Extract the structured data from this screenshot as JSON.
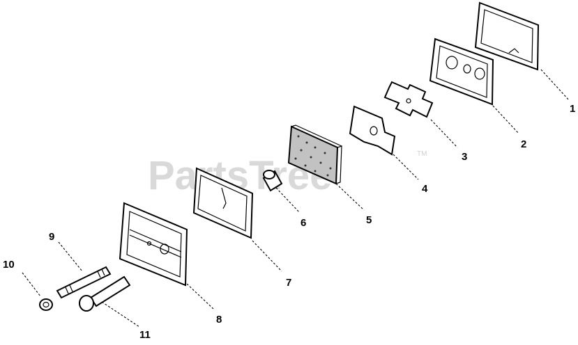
{
  "watermark": {
    "text": "PartsTree",
    "trademark": "TM"
  },
  "callouts": [
    {
      "number": "1"
    },
    {
      "number": "2"
    },
    {
      "number": "3"
    },
    {
      "number": "4"
    },
    {
      "number": "5"
    },
    {
      "number": "6"
    },
    {
      "number": "7"
    },
    {
      "number": "8"
    },
    {
      "number": "9"
    },
    {
      "number": "10"
    },
    {
      "number": "11"
    }
  ]
}
